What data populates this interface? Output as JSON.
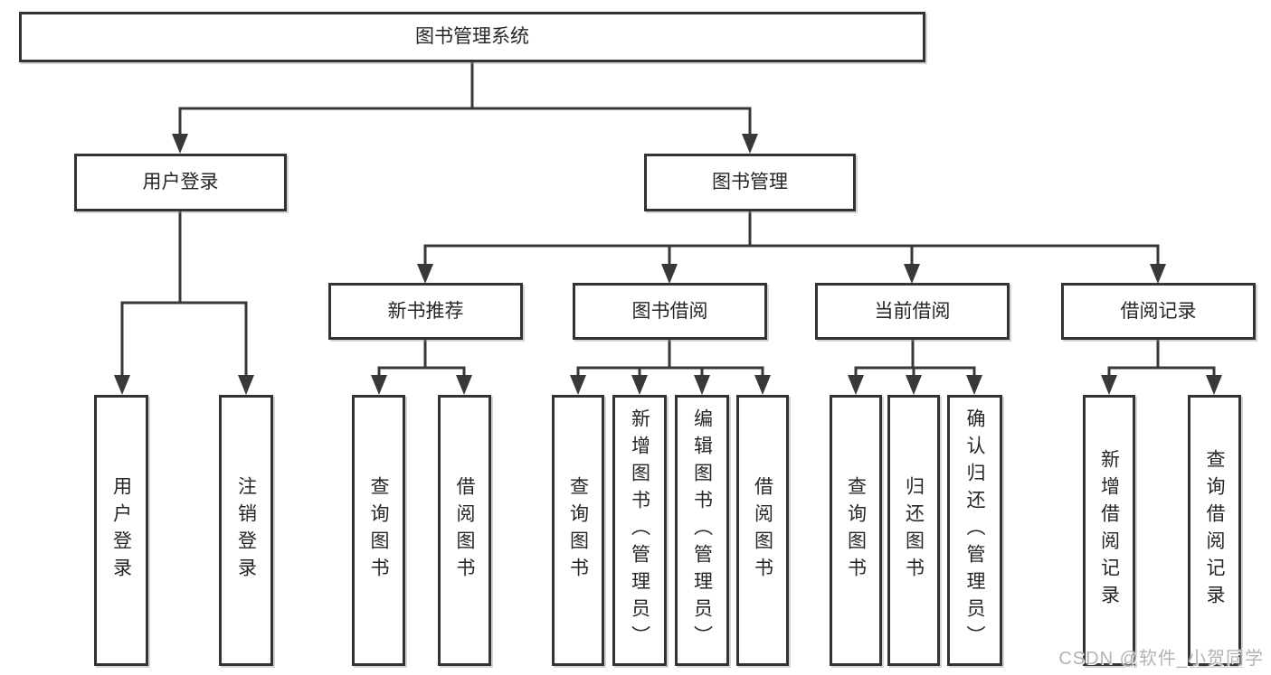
{
  "diagram": {
    "title": "图书管理系统",
    "tree": {
      "label": "图书管理系统",
      "children": [
        {
          "label": "用户登录",
          "children": [
            {
              "label": "用户登录"
            },
            {
              "label": "注销登录"
            }
          ]
        },
        {
          "label": "图书管理",
          "children": [
            {
              "label": "新书推荐",
              "children": [
                {
                  "label": "查询图书"
                },
                {
                  "label": "借阅图书"
                }
              ]
            },
            {
              "label": "图书借阅",
              "children": [
                {
                  "label": "查询图书"
                },
                {
                  "label": "新增图书（管理员）"
                },
                {
                  "label": "编辑图书（管理员）"
                },
                {
                  "label": "借阅图书"
                }
              ]
            },
            {
              "label": "当前借阅",
              "children": [
                {
                  "label": "查询图书"
                },
                {
                  "label": "归还图书"
                },
                {
                  "label": "确认归还（管理员）"
                }
              ]
            },
            {
              "label": "借阅记录",
              "children": [
                {
                  "label": "新增借阅记录"
                },
                {
                  "label": "查询借阅记录"
                }
              ]
            }
          ]
        }
      ]
    }
  },
  "watermark": {
    "text": "CSDN @软件_小贺同学"
  },
  "colors": {
    "line": "#383838",
    "box_border": "#333333",
    "box_fill": "#ffffff",
    "text": "#262626",
    "background": "#ffffff",
    "watermark_text": "#b3b3b3"
  }
}
